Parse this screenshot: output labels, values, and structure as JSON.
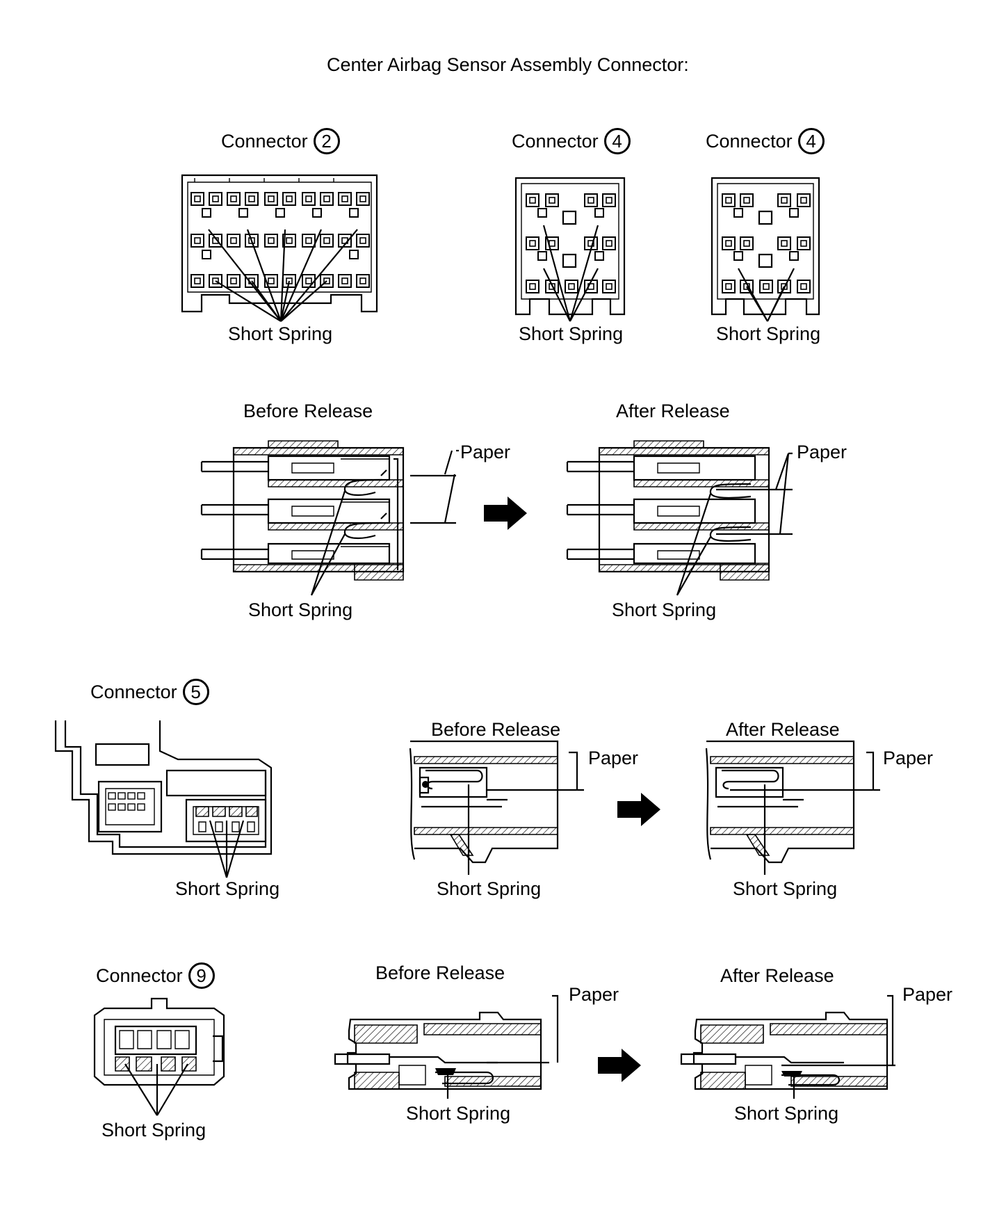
{
  "title": "Center Airbag Sensor Assembly Connector:",
  "connectors": [
    {
      "label": "Connector",
      "number": "2"
    },
    {
      "label": "Connector",
      "number": "4"
    },
    {
      "label": "Connector",
      "number": "4"
    },
    {
      "label": "Connector",
      "number": "5"
    },
    {
      "label": "Connector",
      "number": "9"
    }
  ],
  "labels": {
    "short_spring": "Short Spring",
    "before_release": "Before Release",
    "after_release": "After Release",
    "paper": "Paper"
  }
}
